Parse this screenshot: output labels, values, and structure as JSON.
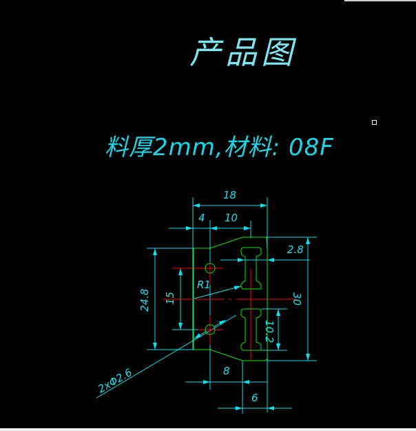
{
  "drawing": {
    "title": "产品图",
    "subtitle": "料厚2mm,材料: 08F",
    "dimensions": {
      "width_total": "18",
      "left_offset": "4",
      "slot_offset": "10",
      "slot_width": "2.8",
      "hole_height": "24.8",
      "hole_spacing": "15",
      "height_total": "30",
      "slot_length": "10.2",
      "radius": "R1",
      "holes": "2xΦ2.6",
      "bottom_offset": "8",
      "bottom_width": "6"
    },
    "colors": {
      "background": "#000000",
      "dimension": "#00e5ee",
      "outline": "#00ee00",
      "centerline": "#ff0000"
    }
  }
}
